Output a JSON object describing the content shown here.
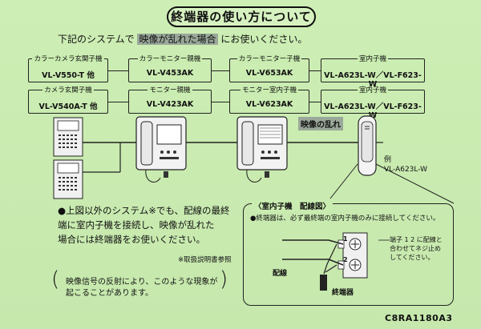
{
  "title": "終端器の使い方について",
  "intro": {
    "prefix": "下記のシステムで",
    "highlight": "映像が乱れた場合",
    "suffix": "にお使いください。"
  },
  "row1": [
    {
      "cat": "カラーカメラ玄関子機",
      "model": "VL-V550-T 他"
    },
    {
      "cat": "カラーモニター親機",
      "model": "VL-V453AK"
    },
    {
      "cat": "カラーモニター子機",
      "model": "VL-V653AK"
    },
    {
      "cat": "室内子機",
      "model": "VL-A623L-W／VL-F623-W"
    }
  ],
  "row2": [
    {
      "cat": "カメラ玄関子機",
      "model": "VL-V540A-T 他"
    },
    {
      "cat": "モニター親機",
      "model": "VL-V423AK"
    },
    {
      "cat": "モニター室内子機",
      "model": "VL-V623AK"
    },
    {
      "cat": "室内子機",
      "model": "VL-A623L-W／VL-F623-W"
    }
  ],
  "noise_label": "映像の乱れ",
  "example": {
    "line1": "例",
    "line2": "VL-A623L-W"
  },
  "main_note": {
    "line1": "●上図以外のシステム※でも、配線の最終",
    "line2": "端に室内子機を接続し、映像が乱れた",
    "line3": "場合には終端器をお使いください。"
  },
  "ref": "※取扱説明書参照",
  "reflection_note": {
    "line1": "映像信号の反射により、このような現象が",
    "line2": "起こることがあります。"
  },
  "wiring": {
    "title": "〈室内子機　配線図〉",
    "note": "●終端器は、必ず最終端の室内子機のみに接続してください。",
    "terminal_text1": "端子 1 2 に配線と",
    "terminal_text2": "合わせてネジ止め",
    "terminal_text3": "してください。",
    "wire_label": "配線",
    "terminator_label": "終端器",
    "t1": "1",
    "t2": "2"
  },
  "doc_code": "C8RA1180A3"
}
